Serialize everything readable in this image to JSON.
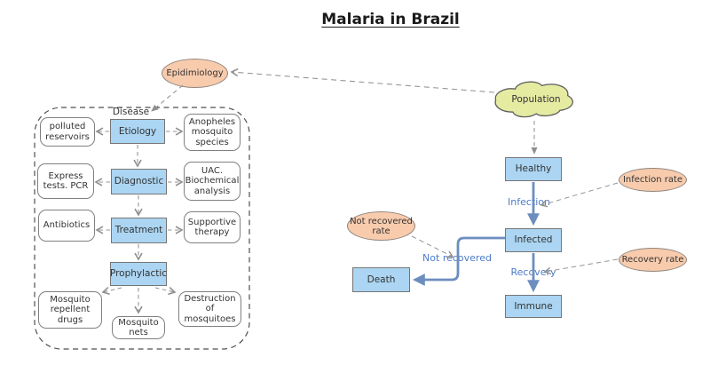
{
  "title": "Malaria in Brazil",
  "colors": {
    "box_blue": "#ABD5F2",
    "ellipse_peach": "#F8CBAD",
    "cloud_yellow": "#E6EBA2",
    "arrow_blue": "#6C8EBF",
    "label_blue": "#4D7CC7",
    "connector_gray": "#969696"
  },
  "nodes": {
    "epidemiology": "Epidimiology",
    "population": "Population",
    "healthy": "Healthy",
    "infected": "Infected",
    "immune": "Immune",
    "death": "Death",
    "infection_rate": "Infection rate",
    "recovery_rate": "Recovery rate",
    "not_recovered_rate": "Not recovered rate"
  },
  "flow_labels": {
    "infection": "Infection",
    "recovery": "Recovery",
    "not_recovered": "Not recovered"
  },
  "panel": {
    "disease_label": "Disease",
    "stages": [
      {
        "label": "Etiology"
      },
      {
        "label": "Diagnostic"
      },
      {
        "label": "Treatment"
      },
      {
        "label": "Prophylactic"
      }
    ],
    "details": [
      {
        "label": "polluted reservoirs"
      },
      {
        "label": "Anopheles mosquito species"
      },
      {
        "label": "Express tests. PCR"
      },
      {
        "label": "UAC. Biochemical analysis"
      },
      {
        "label": "Antibiotics"
      },
      {
        "label": "Supportive therapy"
      },
      {
        "label": "Mosquito repellent drugs"
      },
      {
        "label": "Mosquito nets"
      },
      {
        "label": "Destruction of mosquitoes"
      }
    ]
  }
}
